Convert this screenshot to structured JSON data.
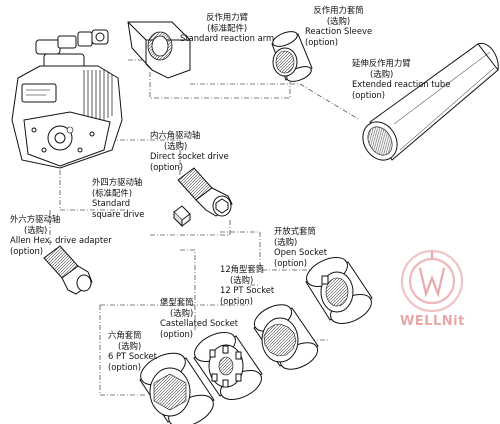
{
  "watermark": {
    "brand": "WELLNit",
    "color": "#e8a7a7"
  },
  "labels": {
    "reaction_arm": {
      "cn1": "反作用力臂",
      "cn2": "(标准配件)",
      "en1": "Standard reaction arm",
      "en2": ""
    },
    "reaction_sleeve": {
      "cn1": "反作用力套筒",
      "cn2": "(选购)",
      "en1": "Reaction Sleeve",
      "en2": "(option)"
    },
    "extended_tube": {
      "cn1": "延伸反作用力臂",
      "cn2": "(选购)",
      "en1": "Extended reaction tube",
      "en2": "(option)"
    },
    "direct_socket": {
      "cn1": "内六角驱动轴",
      "cn2": "(选购)",
      "en1": "Direct socket drive",
      "en2": "(option)"
    },
    "square_drive": {
      "cn1": "外四方驱动轴",
      "cn2": "(标准配件)",
      "en1": "Standard",
      "en2": "square drive"
    },
    "allen_adapter": {
      "cn1": "外六方驱动轴",
      "cn2": "(选购)",
      "en1": "Allen Hex. drive adapter",
      "en2": "(option)"
    },
    "open_socket": {
      "cn1": "开放式套筒",
      "cn2": "(选购)",
      "en1": "Open Socket",
      "en2": "(option)"
    },
    "pt12_socket": {
      "cn1": "12角型套筒",
      "cn2": "(选购)",
      "en1": "12 PT Socket",
      "en2": "(option)"
    },
    "castellated": {
      "cn1": "堡型套筒",
      "cn2": "(选购)",
      "en1": "Castellated Socket",
      "en2": "(option)"
    },
    "pt6_socket": {
      "cn1": "六角套筒",
      "cn2": "(选购)",
      "en1": "6 PT Socket",
      "en2": "(option)"
    }
  }
}
